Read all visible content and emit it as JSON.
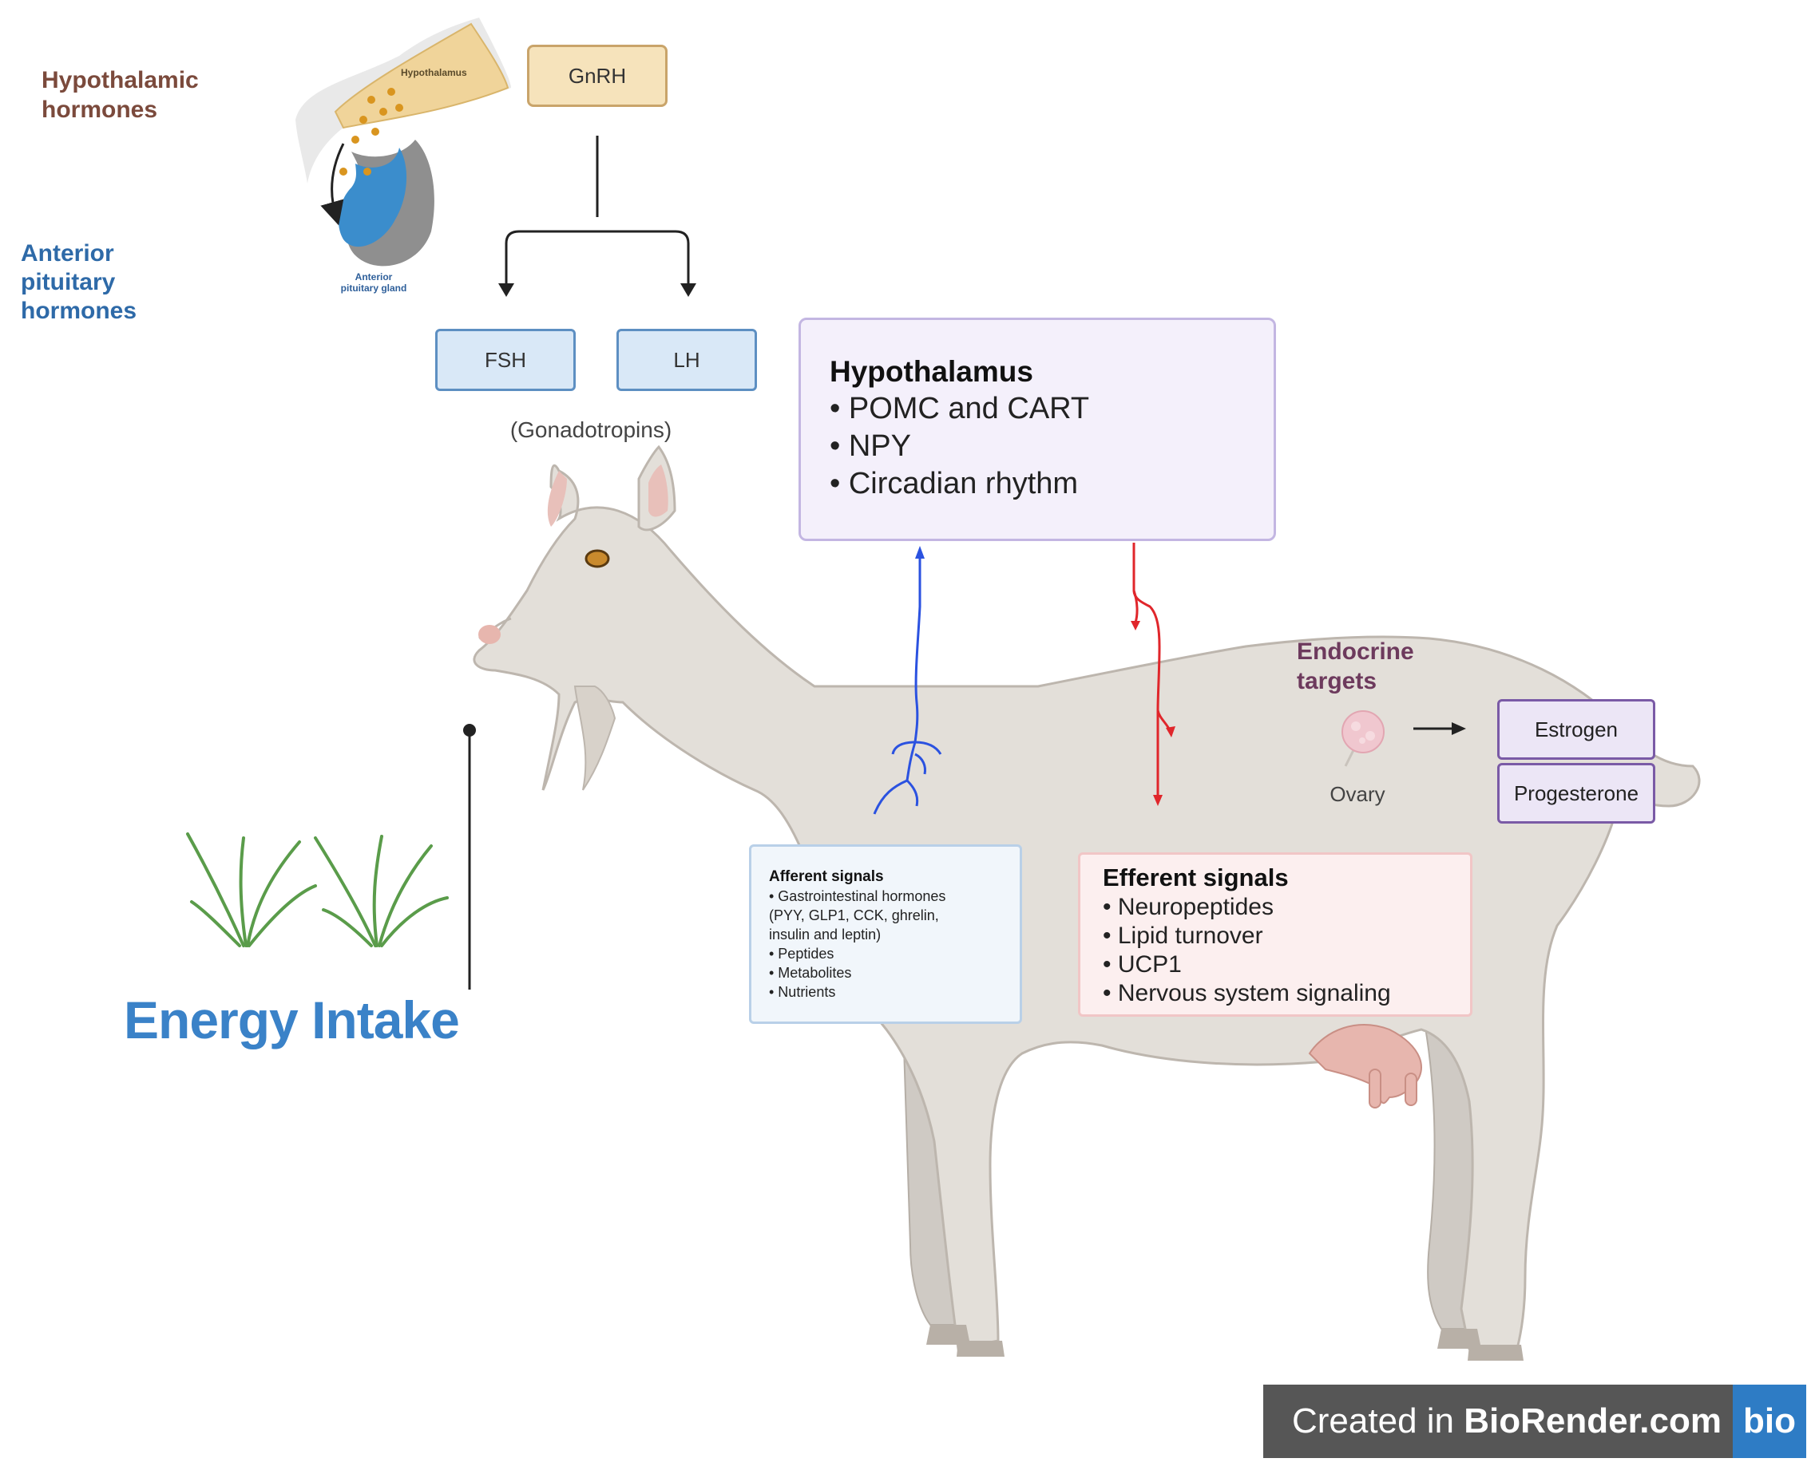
{
  "labels": {
    "hypothalamic_hormones": "Hypothalamic\nhormones",
    "anterior_pituitary_hormones": "Anterior\npituitary\nhormones",
    "hypothalamus_small": "Hypothalamus",
    "anterior_pituitary_gland": "Anterior\npituitary gland",
    "gnrh": "GnRH",
    "fsh": "FSH",
    "lh": "LH",
    "gonadotropins": "(Gonadotropins)",
    "endocrine_targets": "Endocrine\ntargets",
    "ovary": "Ovary",
    "estrogen": "Estrogen",
    "progesterone": "Progesterone",
    "energy_intake": "Energy Intake"
  },
  "hypothalamus_box": {
    "title": "Hypothalamus",
    "items": [
      "• POMC and CART",
      "• NPY",
      "• Circadian rhythm"
    ]
  },
  "afferent_box": {
    "title": "Afferent signals",
    "items": [
      "• Gastrointestinal hormones",
      "(PYY, GLP1, CCK, ghrelin,",
      "insulin and leptin)",
      "• Peptides",
      "• Metabolites",
      "• Nutrients"
    ]
  },
  "efferent_box": {
    "title": "Efferent signals",
    "items": [
      "• Neuropeptides",
      "• Lipid turnover",
      "• UCP1",
      "• Nervous system signaling"
    ]
  },
  "credit": {
    "prefix": "Created in ",
    "brand": "BioRender.com",
    "logo": "bio"
  },
  "colors": {
    "afferent_arrow": "#2b52e0",
    "efferent_arrow": "#e0262b",
    "energy_text": "#3a82c8"
  }
}
